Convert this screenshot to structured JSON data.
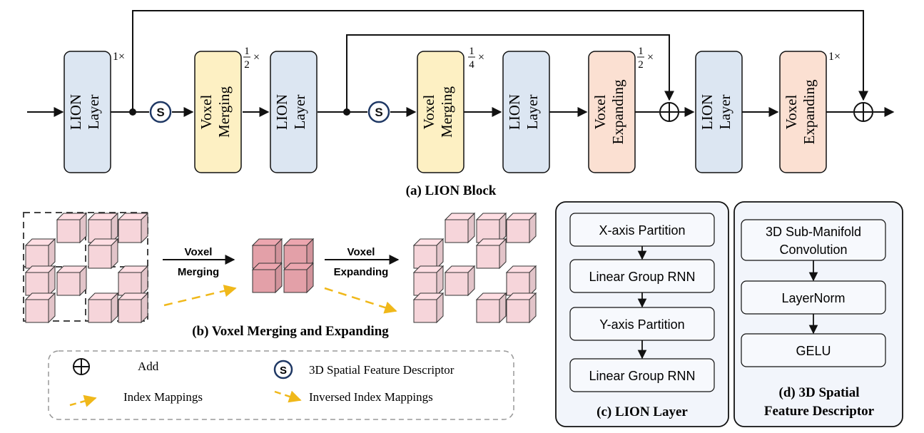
{
  "block": {
    "caption": "(a) LION Block",
    "modules": [
      {
        "line1": "LION",
        "line2": "Layer",
        "scale": "1×"
      },
      {
        "line1": "Voxel",
        "line2": "Merging",
        "scale_num": "1",
        "scale_den": "2",
        "scale_suffix": "×"
      },
      {
        "line1": "LION",
        "line2": "Layer"
      },
      {
        "line1": "Voxel",
        "line2": "Merging",
        "scale_num": "1",
        "scale_den": "4",
        "scale_suffix": "×"
      },
      {
        "line1": "LION",
        "line2": "Layer"
      },
      {
        "line1": "Voxel",
        "line2": "Expanding",
        "scale_num": "1",
        "scale_den": "2",
        "scale_suffix": "×"
      },
      {
        "line1": "LION",
        "line2": "Layer"
      },
      {
        "line1": "Voxel",
        "line2": "Expanding",
        "scale": "1×"
      }
    ],
    "descriptor_symbol": "S"
  },
  "merging": {
    "caption": "(b) Voxel Merging and Expanding",
    "merge_label_1": "Voxel",
    "merge_label_2": "Merging",
    "expand_label_1": "Voxel",
    "expand_label_2": "Expanding"
  },
  "legend": {
    "add": "Add",
    "descriptor": "3D Spatial Feature Descriptor",
    "descriptor_symbol": "S",
    "index_mappings": "Index Mappings",
    "inversed_index_mappings": "Inversed Index Mappings"
  },
  "lion_layer": {
    "caption": "(c) LION Layer",
    "steps": [
      "X-axis Partition",
      "Linear Group RNN",
      "Y-axis Partition",
      "Linear Group RNN"
    ]
  },
  "descriptor": {
    "caption_1": "(d) 3D Spatial",
    "caption_2": "Feature Descriptor",
    "step1_line1": "3D Sub-Manifold",
    "step1_line2": "Convolution",
    "step2": "LayerNorm",
    "step3": "GELU"
  },
  "colors": {
    "lion_fill": "#dce6f2",
    "merge_fill": "#fdf0c3",
    "expand_fill": "#fbe0d2",
    "cube_light": "#f6d5da",
    "cube_dark": "#e3a0a8",
    "panel_fill": "#f2f5fb",
    "dashed_arrow": "#f0b81a"
  }
}
